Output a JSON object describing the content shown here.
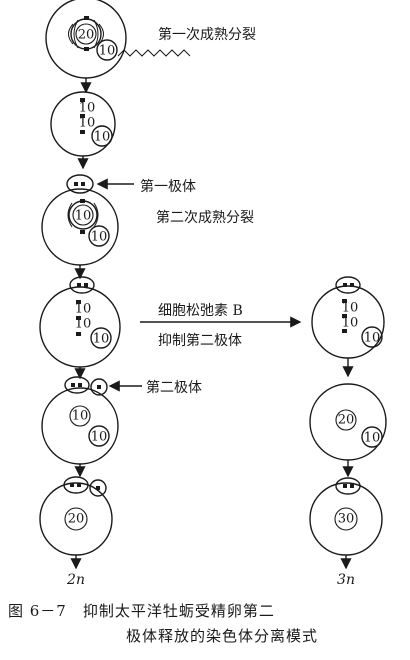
{
  "labels": {
    "first_meiosis": "第一次成熟分裂",
    "first_polar_body": "第一极体",
    "second_meiosis": "第二次成熟分裂",
    "cytochalasin": "细胞松弛素 B",
    "inhibit_second": "抑制第二极体",
    "second_polar_body": "第二极体"
  },
  "cells": {
    "c1_big": "20",
    "c1_small": "10",
    "c2_a": "10",
    "c2_b": "10",
    "c2_small": "10",
    "c3_big": "10",
    "c3_small": "10",
    "c4_a": "10",
    "c4_b": "10",
    "c4_small": "10",
    "c5_big": "10",
    "c5_small": "10",
    "c6_big": "20",
    "r1_a": "10",
    "r1_b": "10",
    "r1_small": "10",
    "r2_big": "20",
    "r2_small": "10",
    "r3_big": "30"
  },
  "results": {
    "left": "2n",
    "right": "3n"
  },
  "caption": {
    "line1": "图 6－7　抑制太平洋牡蛎受精卵第二",
    "line2": "极体释放的染色体分离模式"
  }
}
